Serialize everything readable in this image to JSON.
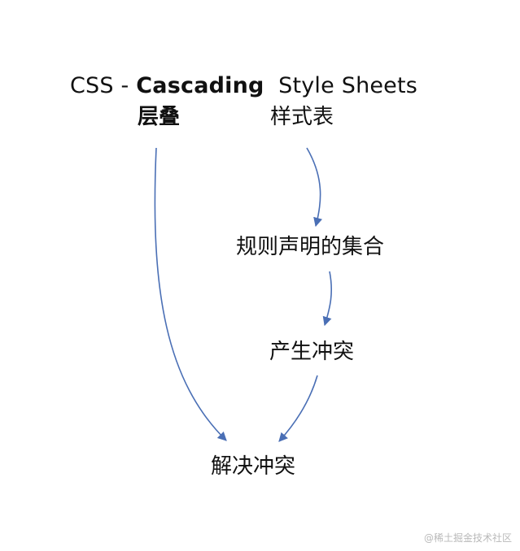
{
  "heading": {
    "css": "CSS",
    "dash": "-",
    "cascading": "Cascading",
    "style_sheets": "Style Sheets"
  },
  "labels": {
    "cascade_cn": "层叠",
    "style_sheet_cn": "样式表",
    "rule_set": "规则声明的集合",
    "conflict": "产生冲突",
    "resolve": "解决冲突"
  },
  "watermark": "@稀土掘金技术社区",
  "colors": {
    "arrow": "#4a6fb5",
    "text": "#111111"
  }
}
